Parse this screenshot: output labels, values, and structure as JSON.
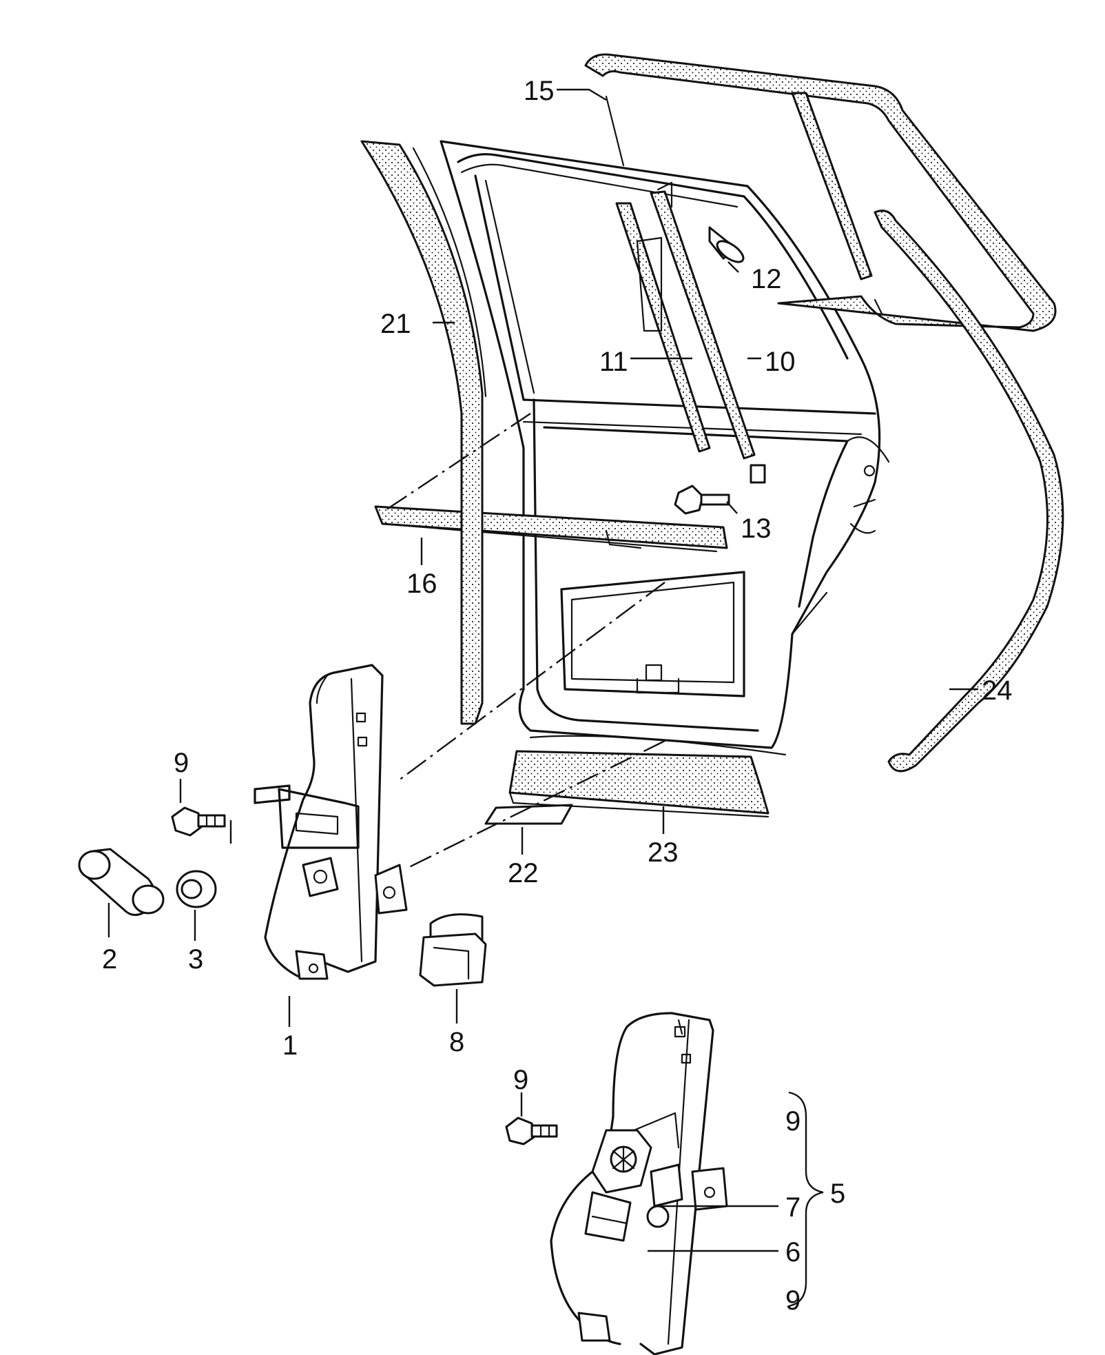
{
  "diagram": {
    "labels": {
      "l1": "1",
      "l2": "2",
      "l3": "3",
      "l5": "5",
      "l6": "6",
      "l7": "7",
      "l8": "8",
      "l9a": "9",
      "l9b": "9",
      "l9c": "9",
      "l9d": "9",
      "l10": "10",
      "l11": "11",
      "l12": "12",
      "l13": "13",
      "l15": "15",
      "l16": "16",
      "l21": "21",
      "l22": "22",
      "l23": "23",
      "l24": "24"
    }
  }
}
